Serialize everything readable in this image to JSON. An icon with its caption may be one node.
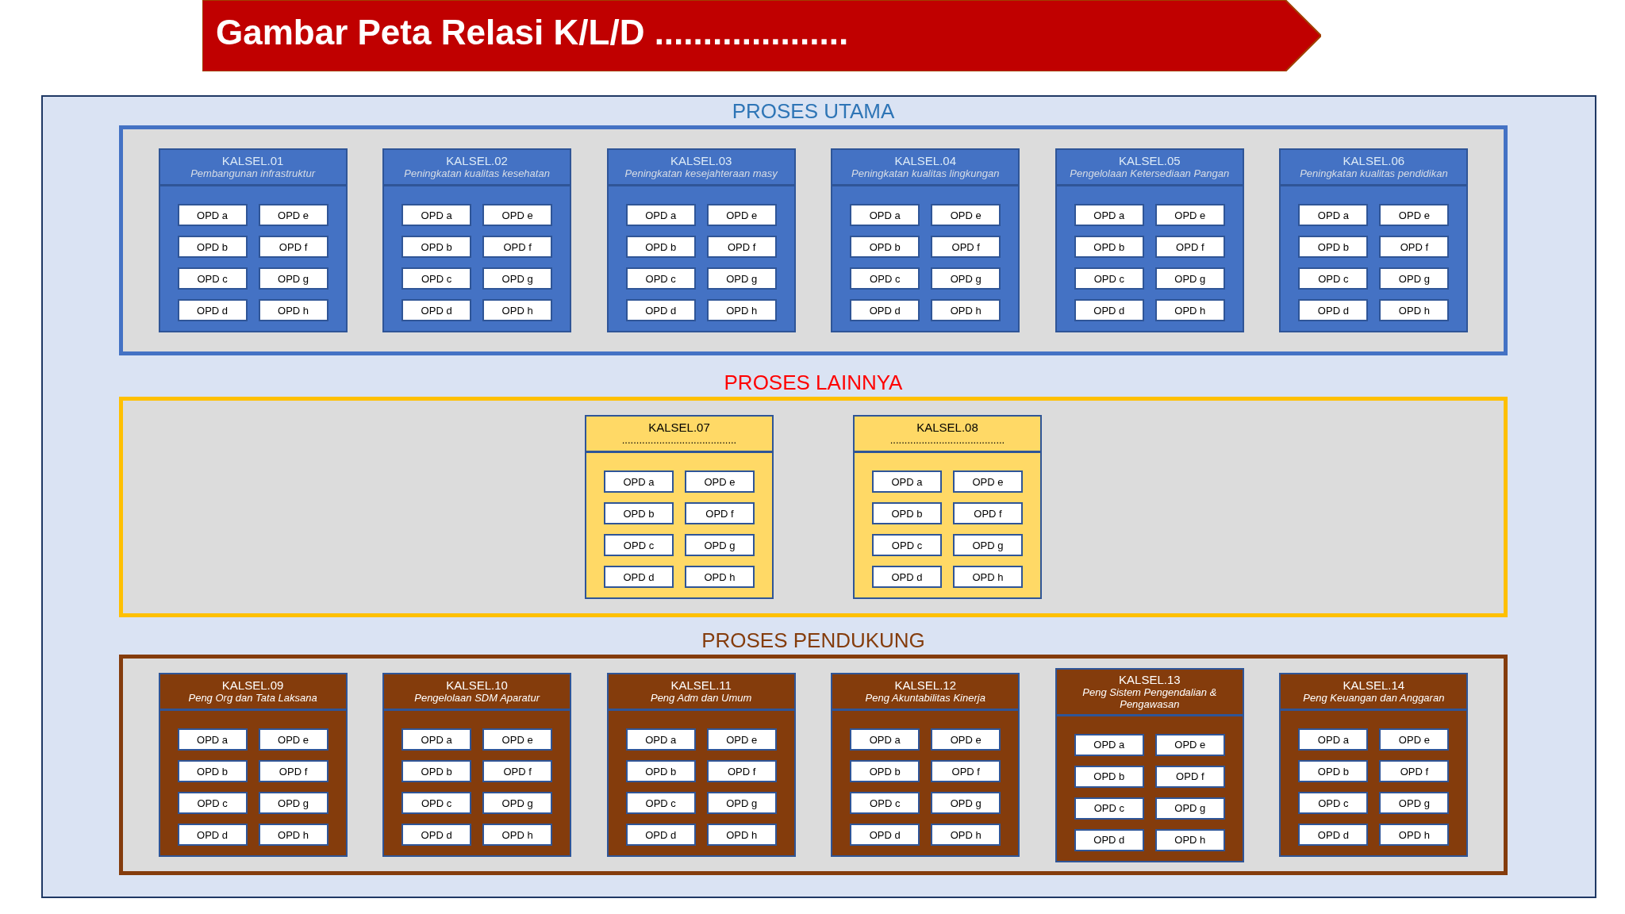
{
  "diagram": {
    "title": "Gambar Peta Relasi K/L/D ....................",
    "nodes": [
      {
        "text": [
          "PROSES UTAMA"
        ]
      },
      {
        "text": [
          "KALSEL.01",
          "Pembangunan infrastruktur"
        ],
        "in": 0
      },
      {
        "text": [
          "OPD a"
        ],
        "in": 1
      },
      {
        "text": [
          "OPD e"
        ],
        "in": 1
      },
      {
        "text": [
          "OPD b"
        ],
        "in": 1
      },
      {
        "text": [
          "OPD f"
        ],
        "in": 1
      },
      {
        "text": [
          "OPD c"
        ],
        "in": 1
      },
      {
        "text": [
          "OPD g"
        ],
        "in": 1
      },
      {
        "text": [
          "OPD d"
        ],
        "in": 1
      },
      {
        "text": [
          "OPD h"
        ],
        "in": 1
      },
      {
        "text": [
          "KALSEL.02",
          "Peningkatan kualitas kesehatan"
        ],
        "in": 0
      },
      {
        "text": [
          "OPD a"
        ],
        "in": 10
      },
      {
        "text": [
          "OPD e"
        ],
        "in": 10
      },
      {
        "text": [
          "OPD b"
        ],
        "in": 10
      },
      {
        "text": [
          "OPD f"
        ],
        "in": 10
      },
      {
        "text": [
          "OPD c"
        ],
        "in": 10
      },
      {
        "text": [
          "OPD g"
        ],
        "in": 10
      },
      {
        "text": [
          "OPD d"
        ],
        "in": 10
      },
      {
        "text": [
          "OPD h"
        ],
        "in": 10
      },
      {
        "text": [
          "KALSEL.03",
          "Peningkatan kesejahteraan masy"
        ],
        "in": 0
      },
      {
        "text": [
          "OPD a"
        ],
        "in": 19
      },
      {
        "text": [
          "OPD e"
        ],
        "in": 19
      },
      {
        "text": [
          "OPD b"
        ],
        "in": 19
      },
      {
        "text": [
          "OPD f"
        ],
        "in": 19
      },
      {
        "text": [
          "OPD c"
        ],
        "in": 19
      },
      {
        "text": [
          "OPD g"
        ],
        "in": 19
      },
      {
        "text": [
          "OPD d"
        ],
        "in": 19
      },
      {
        "text": [
          "OPD h"
        ],
        "in": 19
      },
      {
        "text": [
          "KALSEL.04",
          "Peningkatan kualitas lingkungan"
        ],
        "in": 0
      },
      {
        "text": [
          "OPD a"
        ],
        "in": 28
      },
      {
        "text": [
          "OPD e"
        ],
        "in": 28
      },
      {
        "text": [
          "OPD b"
        ],
        "in": 28
      },
      {
        "text": [
          "OPD f"
        ],
        "in": 28
      },
      {
        "text": [
          "OPD c"
        ],
        "in": 28
      },
      {
        "text": [
          "OPD g"
        ],
        "in": 28
      },
      {
        "text": [
          "OPD d"
        ],
        "in": 28
      },
      {
        "text": [
          "OPD h"
        ],
        "in": 28
      },
      {
        "text": [
          "KALSEL.05",
          "Pengelolaan Ketersediaan Pangan"
        ],
        "in": 0
      },
      {
        "text": [
          "OPD a"
        ],
        "in": 37
      },
      {
        "text": [
          "OPD e"
        ],
        "in": 37
      },
      {
        "text": [
          "OPD b"
        ],
        "in": 37
      },
      {
        "text": [
          "OPD f"
        ],
        "in": 37
      },
      {
        "text": [
          "OPD c"
        ],
        "in": 37
      },
      {
        "text": [
          "OPD g"
        ],
        "in": 37
      },
      {
        "text": [
          "OPD d"
        ],
        "in": 37
      },
      {
        "text": [
          "OPD h"
        ],
        "in": 37
      },
      {
        "text": [
          "KALSEL.06",
          "Peningkatan kualitas pendidikan"
        ],
        "in": 0
      },
      {
        "text": [
          "OPD a"
        ],
        "in": 46
      },
      {
        "text": [
          "OPD e"
        ],
        "in": 46
      },
      {
        "text": [
          "OPD b"
        ],
        "in": 46
      },
      {
        "text": [
          "OPD f"
        ],
        "in": 46
      },
      {
        "text": [
          "OPD c"
        ],
        "in": 46
      },
      {
        "text": [
          "OPD g"
        ],
        "in": 46
      },
      {
        "text": [
          "OPD d"
        ],
        "in": 46
      },
      {
        "text": [
          "OPD h"
        ],
        "in": 46
      },
      {
        "text": [
          "PROSES LAINNYA"
        ]
      },
      {
        "text": [
          "KALSEL.07",
          "........................................"
        ],
        "in": 55
      },
      {
        "text": [
          "OPD a"
        ],
        "in": 56
      },
      {
        "text": [
          "OPD e"
        ],
        "in": 56
      },
      {
        "text": [
          "OPD b"
        ],
        "in": 56
      },
      {
        "text": [
          "OPD f"
        ],
        "in": 56
      },
      {
        "text": [
          "OPD c"
        ],
        "in": 56
      },
      {
        "text": [
          "OPD g"
        ],
        "in": 56
      },
      {
        "text": [
          "OPD d"
        ],
        "in": 56
      },
      {
        "text": [
          "OPD h"
        ],
        "in": 56
      },
      {
        "text": [
          "KALSEL.08",
          "........................................"
        ],
        "in": 55
      },
      {
        "text": [
          "OPD a"
        ],
        "in": 65
      },
      {
        "text": [
          "OPD e"
        ],
        "in": 65
      },
      {
        "text": [
          "OPD b"
        ],
        "in": 65
      },
      {
        "text": [
          "OPD f"
        ],
        "in": 65
      },
      {
        "text": [
          "OPD c"
        ],
        "in": 65
      },
      {
        "text": [
          "OPD g"
        ],
        "in": 65
      },
      {
        "text": [
          "OPD d"
        ],
        "in": 65
      },
      {
        "text": [
          "OPD h"
        ],
        "in": 65
      },
      {
        "text": [
          "PROSES PENDUKUNG"
        ]
      },
      {
        "text": [
          "KALSEL.09",
          "Peng Org dan Tata Laksana"
        ],
        "in": 74
      },
      {
        "text": [
          "OPD a"
        ],
        "in": 75
      },
      {
        "text": [
          "OPD e"
        ],
        "in": 75
      },
      {
        "text": [
          "OPD b"
        ],
        "in": 75
      },
      {
        "text": [
          "OPD f"
        ],
        "in": 75
      },
      {
        "text": [
          "OPD c"
        ],
        "in": 75
      },
      {
        "text": [
          "OPD g"
        ],
        "in": 75
      },
      {
        "text": [
          "OPD d"
        ],
        "in": 75
      },
      {
        "text": [
          "OPD h"
        ],
        "in": 75
      },
      {
        "text": [
          "KALSEL.10",
          "Pengelolaan SDM Aparatur"
        ],
        "in": 74
      },
      {
        "text": [
          "OPD a"
        ],
        "in": 84
      },
      {
        "text": [
          "OPD e"
        ],
        "in": 84
      },
      {
        "text": [
          "OPD b"
        ],
        "in": 84
      },
      {
        "text": [
          "OPD f"
        ],
        "in": 84
      },
      {
        "text": [
          "OPD c"
        ],
        "in": 84
      },
      {
        "text": [
          "OPD g"
        ],
        "in": 84
      },
      {
        "text": [
          "OPD d"
        ],
        "in": 84
      },
      {
        "text": [
          "OPD h"
        ],
        "in": 84
      },
      {
        "text": [
          "KALSEL.11",
          "Peng Adm dan Umum"
        ],
        "in": 74
      },
      {
        "text": [
          "OPD a"
        ],
        "in": 93
      },
      {
        "text": [
          "OPD e"
        ],
        "in": 93
      },
      {
        "text": [
          "OPD b"
        ],
        "in": 93
      },
      {
        "text": [
          "OPD f"
        ],
        "in": 93
      },
      {
        "text": [
          "OPD c"
        ],
        "in": 93
      },
      {
        "text": [
          "OPD g"
        ],
        "in": 93
      },
      {
        "text": [
          "OPD d"
        ],
        "in": 93
      },
      {
        "text": [
          "OPD h"
        ],
        "in": 93
      },
      {
        "text": [
          "KALSEL.12",
          "Peng Akuntabilitas Kinerja"
        ],
        "in": 74
      },
      {
        "text": [
          "OPD a"
        ],
        "in": 102
      },
      {
        "text": [
          "OPD e"
        ],
        "in": 102
      },
      {
        "text": [
          "OPD b"
        ],
        "in": 102
      },
      {
        "text": [
          "OPD f"
        ],
        "in": 102
      },
      {
        "text": [
          "OPD c"
        ],
        "in": 102
      },
      {
        "text": [
          "OPD g"
        ],
        "in": 102
      },
      {
        "text": [
          "OPD d"
        ],
        "in": 102
      },
      {
        "text": [
          "OPD h"
        ],
        "in": 102
      },
      {
        "text": [
          "KALSEL.13",
          "Peng Sistem Pengendalian & Pengawasan"
        ],
        "in": 74
      },
      {
        "text": [
          "OPD a"
        ],
        "in": 111
      },
      {
        "text": [
          "OPD e"
        ],
        "in": 111
      },
      {
        "text": [
          "OPD b"
        ],
        "in": 111
      },
      {
        "text": [
          "OPD f"
        ],
        "in": 111
      },
      {
        "text": [
          "OPD c"
        ],
        "in": 111
      },
      {
        "text": [
          "OPD g"
        ],
        "in": 111
      },
      {
        "text": [
          "OPD d"
        ],
        "in": 111
      },
      {
        "text": [
          "OPD h"
        ],
        "in": 111
      },
      {
        "text": [
          "KALSEL.14",
          "Peng Keuangan dan Anggaran"
        ],
        "in": 74
      },
      {
        "text": [
          "OPD a"
        ],
        "in": 120
      },
      {
        "text": [
          "OPD e"
        ],
        "in": 120
      },
      {
        "text": [
          "OPD b"
        ],
        "in": 120
      },
      {
        "text": [
          "OPD f"
        ],
        "in": 120
      },
      {
        "text": [
          "OPD c"
        ],
        "in": 120
      },
      {
        "text": [
          "OPD g"
        ],
        "in": 120
      },
      {
        "text": [
          "OPD d"
        ],
        "in": 120
      },
      {
        "text": [
          "OPD h"
        ],
        "in": 120
      }
    ],
    "edges": []
  }
}
